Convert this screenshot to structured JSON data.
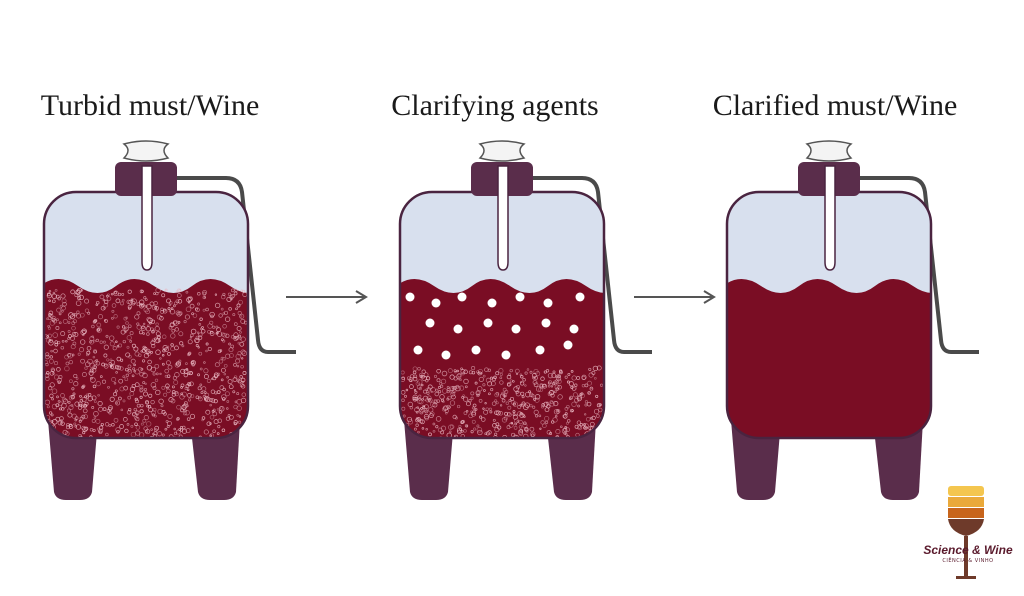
{
  "stages": [
    {
      "title": "Turbid must/Wine",
      "state": "turbid"
    },
    {
      "title": "Clarifying agents",
      "state": "clarifying"
    },
    {
      "title": "Clarified must/Wine",
      "state": "clarified"
    }
  ],
  "logo": {
    "name": "Science & Wine",
    "subtitle": "CIÊNCIA & VINHO"
  },
  "colors": {
    "wine": "#7a0d24",
    "tank_glass": "#d8e0ee",
    "tank_outline": "#4a2440",
    "legs": "#5a2d4b",
    "cap": "#5a2d4b",
    "hose": "#4a4a4a",
    "arrow": "#555555",
    "logo_bands": [
      "#f4c64f",
      "#eaa93a",
      "#c8651c",
      "#6e3a2a"
    ]
  }
}
